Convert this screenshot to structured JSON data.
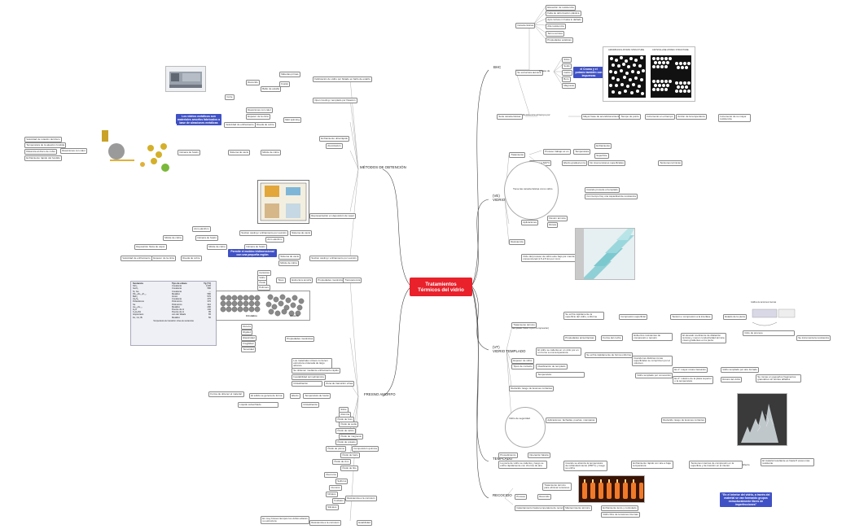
{
  "central": {
    "line1": "Tratamientos",
    "line2": "Térmicos del vidrio"
  },
  "branches": {
    "b1": "BHC",
    "b2": "(VE)\nVIDRIO ENDURECIDO",
    "b3": "(VT)\nVIDRIO TEMPLADO",
    "b4": "TEMPLADO",
    "b5": "RECOCIDO",
    "b6": "MÉTODOS DE OBTENCIÓN",
    "b7": "FRESNO AMORFO"
  },
  "bhc": {
    "caracteristicas": "Características",
    "items": [
      "Elevación de resistencia",
      "Falta de deformación plástica",
      "Apto incluso in hasta lo dañado",
      "Alta resistencia",
      "Termo térmico",
      "Propiedades estéticas"
    ],
    "estructura": "Su estructura atómica",
    "a_base": "A base de",
    "bases": [
      "Sílice",
      "Sodio",
      "Calcio",
      "Boro",
      "Magnesio"
    ],
    "callout": "el Cromo y el potasio también con impurezas",
    "amorph_label": "AMORPHOUS ATOMIC STRUCTURE",
    "cryst_label": "CRYSTALLINE ATOMIC STRUCTURE",
    "serie": "Serie características",
    "serie_sub": "Resistencia al tiempo por",
    "chain": [
      "Mayor base de acondicionamiento",
      "Tiempo de punto",
      "Incremento en el tiempo",
      "Acción de la temperatura",
      "Incremento de su mayor resistencia"
    ]
  },
  "ve": {
    "tratamiento": "Tratamiento",
    "proceso": "Proceso trabajo es un",
    "temp": "Temperatura",
    "enfriar": "Enfriamiento",
    "calent": "Calentar a 620°C",
    "efecto": "Efecto gradual en la",
    "superficie": "Superficie",
    "tensiones": "Tensiones térmicas",
    "nocrea": "No crea tensiones superficiales",
    "tiene": "Tiene las características como vidrio",
    "pasos": "Cuándo procede el templado",
    "pasos2": "Con tiempo hay una capacidad de resistencia",
    "aplic": "Aplicaciones",
    "resist": "Resistencia",
    "resist_items": [
      "Flexión térmica",
      "Rotura"
    ],
    "ciclo": "Ciclo del proceso de vidrio esto bajo por cuenta convencional (1,5-2,5 km por mm)"
  },
  "vt": {
    "tratamiento": "Tratamiento térmico",
    "sub": "(templado físico o por compresión)",
    "cara": "Se enfría rápidamente la superficie del vidrio, uniforme",
    "compr": "Compresión superficial",
    "tension": "Tensión o compresión a la interfase",
    "estado": "Estado de la pieza",
    "prop": "Propiedades anisotrópicas",
    "forma": "Forma del coche",
    "elast": "Esfuerzos resistentes de compresión o tensión",
    "ciclo": "Ciclo de proceso",
    "pasos": [
      "El vidrio se calienta en un ciclo por en un horno a una temperatura",
      "Se enfría rápidamente de forma uniforme"
    ],
    "espesor": "Espesor de vidrio",
    "zona": "Cuando las distintas zonas superficiales se comprimen por el volumen",
    "tipos": "Tipos de contacto",
    "clasi": "Clasificación de templado",
    "ti1": "Vidrio templado por convección",
    "ti2": "Vidrio templado por aire forzado",
    "temp": "Temperatura",
    "t1": "Es 1° mayor rotura transición",
    "t2": "Es 2° máximo de la placa superior o la temperatura",
    "rot": "Rotura del vidrio",
    "rot_sub": "Se rompe en pequeños fragmentos granulares sin bordes afilados",
    "seg": "Vidrio de seguridad",
    "seg_sub": "Reducido riesgo de lesiones cortantes",
    "seg2": "Aplicaciones: fachadas, puertas, mamparas",
    "figure_note": "Gráfica de tensiones internas",
    "gradiente": "El elevado coeficiente de dilatación térmica y menor conductividad térmica crean gradientes en la pieza",
    "resultado": "Se incrementa la resistencia"
  },
  "templado": {
    "proceso": "Procedimiento",
    "proceso_sub": "Operación básica",
    "desc": "La pieza de vidrio se calienta y luego se enfría rápidamente con chorros de aire",
    "paso": "Cuando se alcanza la temperatura de reblandecimiento (650°C) y luego se enfría",
    "paso2": "Enfriamiento rápido con aire a baja temperatura",
    "resul": "Tensiones internas de compresión en la superficie y de tracción en el interior",
    "efect": "Efecto",
    "efect_sub": "El material resultante es hasta 5 veces más resistente",
    "callout": "\"En el interior del vidrio, a través del material se van formando grupos estructuralmente libres de imperfecciones\""
  },
  "recocido": {
    "proceso": "Proceso",
    "def": "Recocido",
    "tr": "Tratamiento térmico para eliminar tensiones",
    "f1": "Calentamiento hasta temperatura de recocido",
    "f2": "Mantenimiento térmico",
    "f3": "Enfriamiento lento y controlado",
    "f4": "Vidrio libre de tensiones internas"
  },
  "metodos": {
    "flotado": "Fabricación de vidrio por flotado en baño de estaño",
    "flot_items": [
      "Materias primas",
      "Fusión",
      "Baño de estaño",
      "Recocido",
      "Corte"
    ],
    "open": "Open Cooling / templado por flotación",
    "callout1": "Los vidrios metálicos son materiales amorfos fabricados a base de aleaciones metálicas",
    "r1": "Reacciones con calor",
    "melt": "Melt spinning",
    "melt_items": [
      "Velocidad de enfriamiento",
      "Espesor de la cinta",
      "Rueda de cobre"
    ],
    "side_items": [
      "Velocidad de rotación del disco",
      "Temperatura de la aleación fundida",
      "Distancia al disco de cobre",
      "Enfriamiento rápido del fundido"
    ],
    "ultra": "Enfriamiento ultrarrápido",
    "atom": "Atomización",
    "callout2": "Permite el moldeo tridimensional con una pequeña región",
    "casting": "Suction casting / enfriamiento por succión",
    "items2": [
      "Sistema de vacío",
      "Molde de cobre",
      "Cámara de fusión",
      "Arco eléctrico"
    ],
    "rep": "Representación en deposición de vapor",
    "deposicion": "Deposición física de vapor"
  },
  "fresno": {
    "intro": "Estructura amorfa",
    "tipos": "Tipos",
    "tipos_items": [
      "Cerámico",
      "Vidrio",
      "Óxido",
      "Polímero"
    ],
    "table_headers": [
      "Sustancia",
      "Tipo de enlace",
      "Tg (°C)"
    ],
    "table_rows": [
      [
        "SiO₂",
        "Covalente",
        "1430"
      ],
      [
        "GeO₂",
        "Covalente",
        "580"
      ],
      [
        "Si, Ge",
        "Covalente",
        "—"
      ],
      [
        "Pd₀.₄Ni₀.₄P₀.₂",
        "Metálico",
        "580"
      ],
      [
        "BeF₂",
        "Iónico",
        "570"
      ],
      [
        "As₂S₃",
        "Covalente",
        "470"
      ],
      [
        "Poliestireno",
        "Polimérico",
        "370"
      ],
      [
        "Se",
        "Polimérico",
        "310"
      ],
      [
        "Au₀.₈Si₀.₂",
        "Metálico",
        "290"
      ],
      [
        "H₂O",
        "Puente de H",
        "140"
      ],
      [
        "C₂H₅OH",
        "Puente de H",
        "95"
      ],
      [
        "Isopentano",
        "van der Waals",
        "65"
      ],
      [
        "Fe, Co, Bi",
        "Metálico",
        "50"
      ]
    ],
    "table_caption": "Temperatura de transición vítrea de sustancias",
    "cristalino": "Cristalino",
    "amorfo": "Amorfo",
    "props": "Propiedades mecánicas",
    "props_items": [
      "Dureza",
      "Rigidez",
      "Elasticidad",
      "Fragilidad",
      "Tenacidad"
    ],
    "transp": "Transparencia",
    "desc1": "Los materiales vítreos no tienen estructura ordenada de largo alcance",
    "desc2": "Se obtienen mediante enfriamiento rápido",
    "desc3": "Inestabilidad termodinámica",
    "zona": "Zona de transición vítrea",
    "zona_items": [
      "Cristalización",
      "Temperatura de fusión",
      "Líquido subenfriado"
    ],
    "forma": "Forma de obtener el material",
    "sol": "El sólido se genera de forma",
    "efecto": "Efecto",
    "compuestos": [
      "Sílice",
      "Alúmina",
      "Óxido de boro",
      "Óxido de sodio",
      "Óxido de calcio",
      "Óxido de magnesio",
      "Óxido de potasio",
      "Óxido de plomo",
      "Óxido de bario",
      "Óxido de zinc",
      "Óxido de litio",
      "Fluoruros",
      "Sulfuros",
      "Cloruros",
      "Nitratos",
      "Fosfatos",
      "Silicatos"
    ],
    "compos": "Composición química",
    "reaccion": "Resistencia a la corrosión",
    "bottom": "En muy breves tiempos los vidrios alteran su estructura",
    "bottom2": "Estabilidad"
  }
}
